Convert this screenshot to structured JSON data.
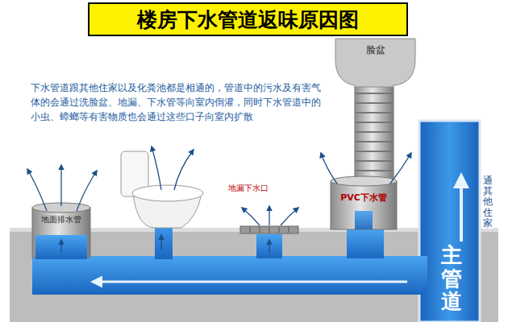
{
  "diagram": {
    "title": "楼房下水管道返味原因图",
    "nodes": [
      {
        "text": [
          "地面排水管"
        ]
      },
      {
        "text": [
          "脸盆"
        ]
      },
      {
        "text": [
          "PVC下水管"
        ]
      },
      {
        "text": [
          "主管道"
        ]
      }
    ],
    "labels": [
      "下水管道跟其他住家以及化粪池都是相通的，管道中的污水及有害气体的会通过洗脸盆、地漏、下水管等向室内倒灌，同时下水管道中的小虫、蟑螂等有害物质也会通过这些口子向室内扩散",
      "地漏下水口",
      "通其他住家"
    ]
  }
}
